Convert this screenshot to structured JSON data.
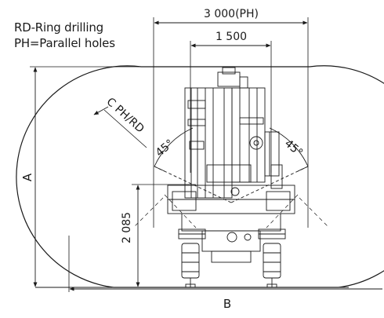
{
  "legend": {
    "rd": "RD-Ring drilling",
    "ph": "PH=Parallel holes"
  },
  "dimensions": {
    "width_ph": "3 000(PH)",
    "width_1500": "1 500",
    "height_a": "A",
    "height_2085": "2 085",
    "width_b": "B",
    "radius_label": "C PH/RD",
    "angle_left": "45°",
    "angle_right": "45°"
  },
  "colors": {
    "line": "#1a1a1a",
    "background": "#ffffff"
  }
}
